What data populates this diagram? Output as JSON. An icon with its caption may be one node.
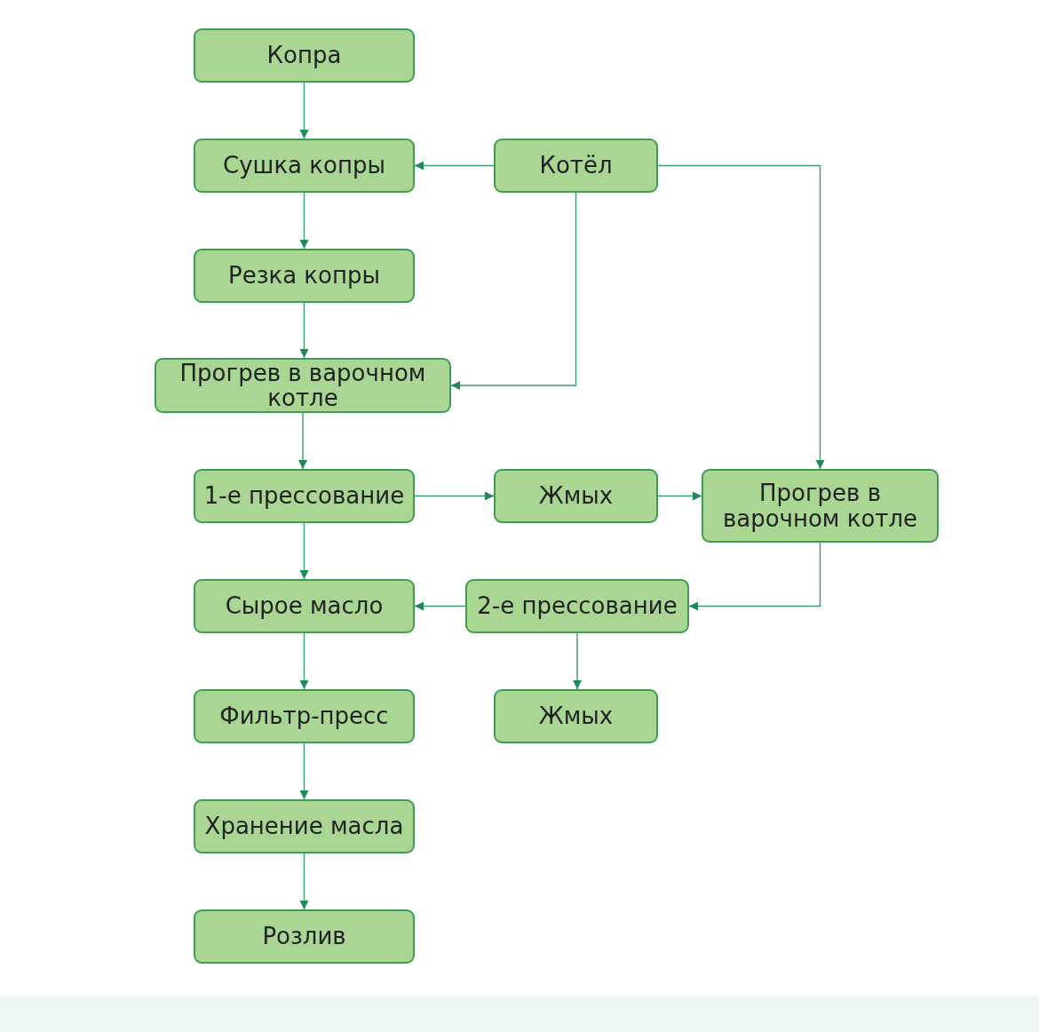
{
  "diagram": {
    "nodes": [
      {
        "text": [
          "Копра"
        ]
      },
      {
        "text": [
          "Сушка копры"
        ]
      },
      {
        "text": [
          "Котёл"
        ]
      },
      {
        "text": [
          "Резка копры"
        ]
      },
      {
        "text": [
          "Прогрев в варочном котле"
        ]
      },
      {
        "text": [
          "1-е прессование"
        ]
      },
      {
        "text": [
          "Жмых"
        ]
      },
      {
        "text": [
          "Прогрев в варочном котле"
        ]
      },
      {
        "text": [
          "Сырое масло"
        ]
      },
      {
        "text": [
          "2-е прессование"
        ]
      },
      {
        "text": [
          "Фильтр-пресс"
        ]
      },
      {
        "text": [
          "Жмых"
        ]
      },
      {
        "text": [
          "Хранение масла"
        ]
      },
      {
        "text": [
          "Розлив"
        ]
      }
    ],
    "edges": [
      {
        "from": 0,
        "to": 1,
        "arrow": "to"
      },
      {
        "from": 2,
        "to": 1,
        "arrow": "to"
      },
      {
        "from": 1,
        "to": 3,
        "arrow": "to"
      },
      {
        "from": 3,
        "to": 4,
        "arrow": "to"
      },
      {
        "from": 2,
        "to": 4,
        "arrow": "to"
      },
      {
        "from": 2,
        "to": 7,
        "arrow": "to"
      },
      {
        "from": 4,
        "to": 5,
        "arrow": "to"
      },
      {
        "from": 5,
        "to": 6,
        "arrow": "to"
      },
      {
        "from": 6,
        "to": 7,
        "arrow": "to"
      },
      {
        "from": 5,
        "to": 8,
        "arrow": "to"
      },
      {
        "from": 7,
        "to": 9,
        "arrow": "to"
      },
      {
        "from": 9,
        "to": 8,
        "arrow": "to"
      },
      {
        "from": 8,
        "to": 10,
        "arrow": "to"
      },
      {
        "from": 9,
        "to": 11,
        "arrow": "to"
      },
      {
        "from": 10,
        "to": 12,
        "arrow": "to"
      },
      {
        "from": 12,
        "to": 13,
        "arrow": "to"
      }
    ]
  }
}
